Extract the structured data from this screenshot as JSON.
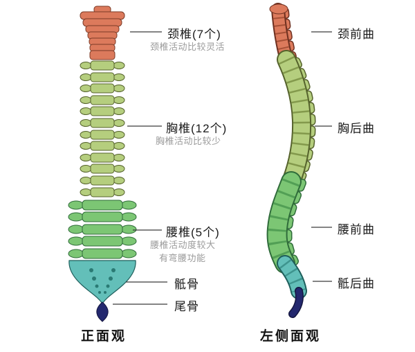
{
  "diagram": {
    "front": {
      "caption": "正面观",
      "labels": {
        "cervical": {
          "title": "颈椎(7个)",
          "note": "颈椎活动比较灵活"
        },
        "thoracic": {
          "title": "胸椎(12个)",
          "note": "胸椎活动比较少"
        },
        "lumbar": {
          "title": "腰椎(5个)",
          "note1": "腰椎活动度较大",
          "note2": "有弯腰功能"
        },
        "sacrum": {
          "title": "骶骨"
        },
        "coccyx": {
          "title": "尾骨"
        }
      }
    },
    "side": {
      "caption": "左侧面观",
      "labels": {
        "cervical_curve": "颈前曲",
        "thoracic_curve": "胸后曲",
        "lumbar_curve": "腰前曲",
        "sacral_curve": "骶后曲"
      }
    },
    "colors": {
      "cervical": "#DC7A5C",
      "thoracic": "#B5CE7E",
      "lumbar": "#7CC674",
      "sacrum": "#63BFB9",
      "coccyx": "#23286E"
    }
  }
}
